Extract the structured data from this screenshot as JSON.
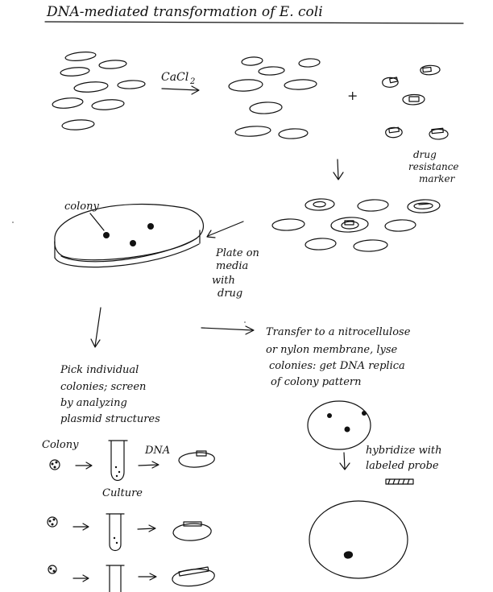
{
  "title": "DNA-mediated   transformation   of   E. coli",
  "labels": {
    "cacl2": "CaCl",
    "cacl2_sub": "2",
    "plus": "+",
    "drug_marker": [
      "drug",
      "resistance",
      "marker"
    ],
    "colony_top": "colony",
    "plate": [
      "Plate on",
      "media",
      "with",
      "drug"
    ],
    "transfer": [
      "Transfer  to  a  nitrocellulose",
      "or  nylon  membrane,  lyse",
      "colonies:  get  DNA  replica",
      "of  colony  pattern"
    ],
    "pick": [
      "Pick  individual",
      "colonies;  screen",
      "by  analyzing",
      "plasmid  structures"
    ],
    "colony_row": "Colony",
    "dna": "DNA",
    "culture": "Culture",
    "hybridize": [
      "hybridize  with",
      "labeled  probe"
    ]
  }
}
